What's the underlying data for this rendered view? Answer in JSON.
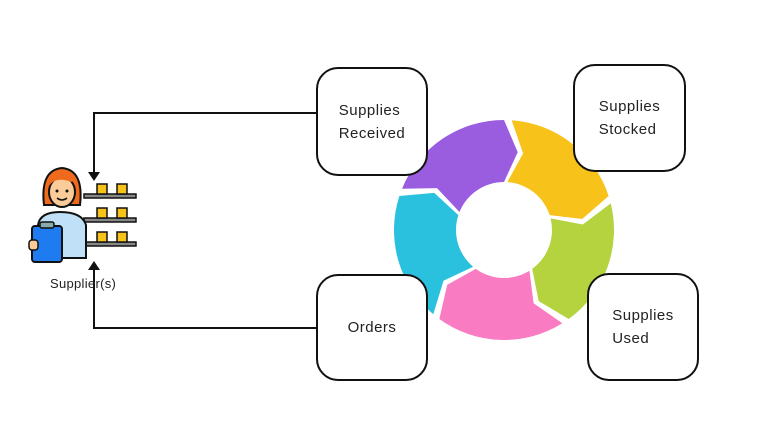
{
  "supplier": {
    "label": "Supplier(s)",
    "icon": "warehouse-worker-icon"
  },
  "boxes": [
    {
      "id": "received",
      "text": "Supplies\nReceived"
    },
    {
      "id": "stocked",
      "text": "Supplies\nStocked"
    },
    {
      "id": "used",
      "text": "Supplies\nUsed"
    },
    {
      "id": "orders",
      "text": "Orders"
    }
  ],
  "cycle": {
    "segments": [
      {
        "name": "purple",
        "color": "#9B5DE0"
      },
      {
        "name": "yellow",
        "color": "#F7C21A"
      },
      {
        "name": "green",
        "color": "#B5D33F"
      },
      {
        "name": "pink",
        "color": "#F97BC1"
      },
      {
        "name": "cyan",
        "color": "#29C1DE"
      }
    ]
  }
}
